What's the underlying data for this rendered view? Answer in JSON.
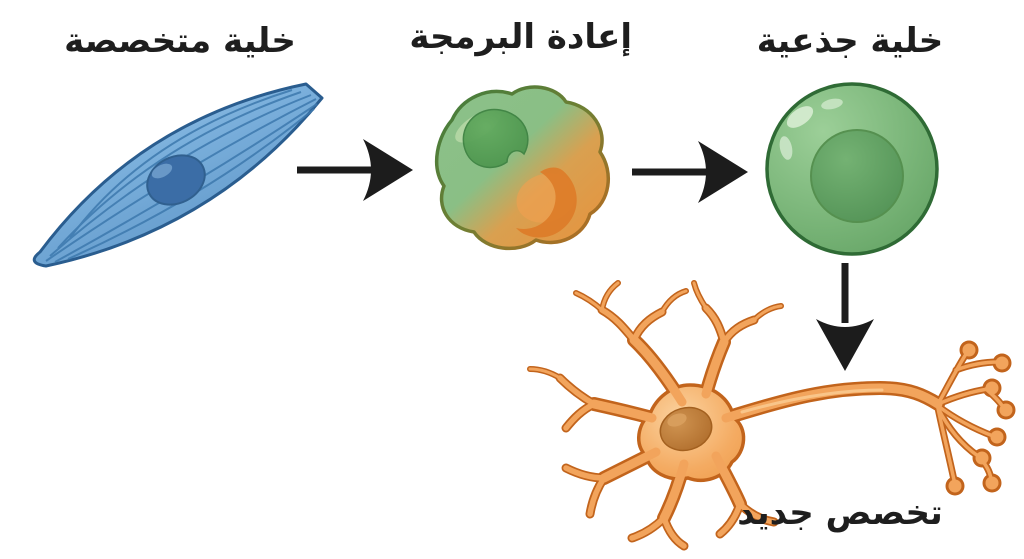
{
  "diagram": {
    "description": "Biology diagram of cell reprogramming: a specialized cell is reprogrammed into a stem cell, which then takes a new specialization (neuron).",
    "labels": {
      "specialized_cell": "خلية متخصصة",
      "reprogramming": "إعادة البرمجة",
      "stem_cell": "خلية جذعية",
      "new_specialization": "تخصص جديد"
    },
    "process_flow": [
      "خلية متخصصة",
      "إعادة البرمجة",
      "خلية جذعية",
      "تخصص جديد"
    ],
    "icons": {
      "specialized_cell": "spindle-muscle-cell-illustration",
      "reprogramming_cell": "green-orange-transition-cell-illustration",
      "stem_cell": "round-green-stem-cell-illustration",
      "new_specialization_cell": "orange-neuron-illustration",
      "arrows": [
        "arrow-right",
        "arrow-right",
        "arrow-down"
      ]
    },
    "colors": {
      "background": "#ffffff",
      "text": "#1e1e1e",
      "arrow": "#1c1c1c",
      "specialized_cell_fill": "#7bb0dc",
      "specialized_cell_outline": "#2a5d8f",
      "specialized_cell_nucleus": "#3b6da6",
      "reprogramming_green": "#8cc08a",
      "reprogramming_orange": "#e8923c",
      "stem_cell_fill": "#77b376",
      "stem_cell_outline": "#2f6b35",
      "stem_cell_nucleus": "#559255",
      "neuron_fill": "#f2a45c",
      "neuron_outline": "#c2641c",
      "neuron_nucleus": "#b5742e"
    }
  }
}
